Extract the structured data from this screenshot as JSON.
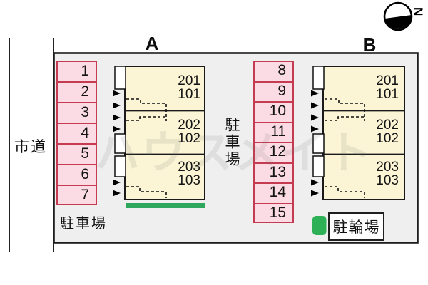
{
  "compass": {
    "direction_label": "N"
  },
  "labels": {
    "building_a": "A",
    "building_b": "B",
    "road": "市道",
    "parking_area_left": "駐車場",
    "parking_area_middle": "駐車場",
    "bicycle_parking": "駐輪場",
    "watermark": "ハウスメイト"
  },
  "parking_spots": {
    "building_a": [
      "1",
      "2",
      "3",
      "4",
      "5",
      "6",
      "7"
    ],
    "building_b": [
      "8",
      "9",
      "10",
      "11",
      "12",
      "13",
      "14",
      "15"
    ]
  },
  "buildings": [
    {
      "name": "A",
      "floors": [
        {
          "upper": "201",
          "lower": "101"
        },
        {
          "upper": "202",
          "lower": "102"
        },
        {
          "upper": "203",
          "lower": "103"
        }
      ]
    },
    {
      "name": "B",
      "floors": [
        {
          "upper": "201",
          "lower": "101"
        },
        {
          "upper": "202",
          "lower": "102"
        },
        {
          "upper": "203",
          "lower": "103"
        }
      ]
    }
  ],
  "colors": {
    "site_background": "#EFEFEF",
    "unit_fill": "#FBF4D5",
    "stall_fill": "#FBDCE4",
    "stall_border": "#C43B52",
    "green_strip": "#2EA65C",
    "legend_green": "#2EB156"
  }
}
